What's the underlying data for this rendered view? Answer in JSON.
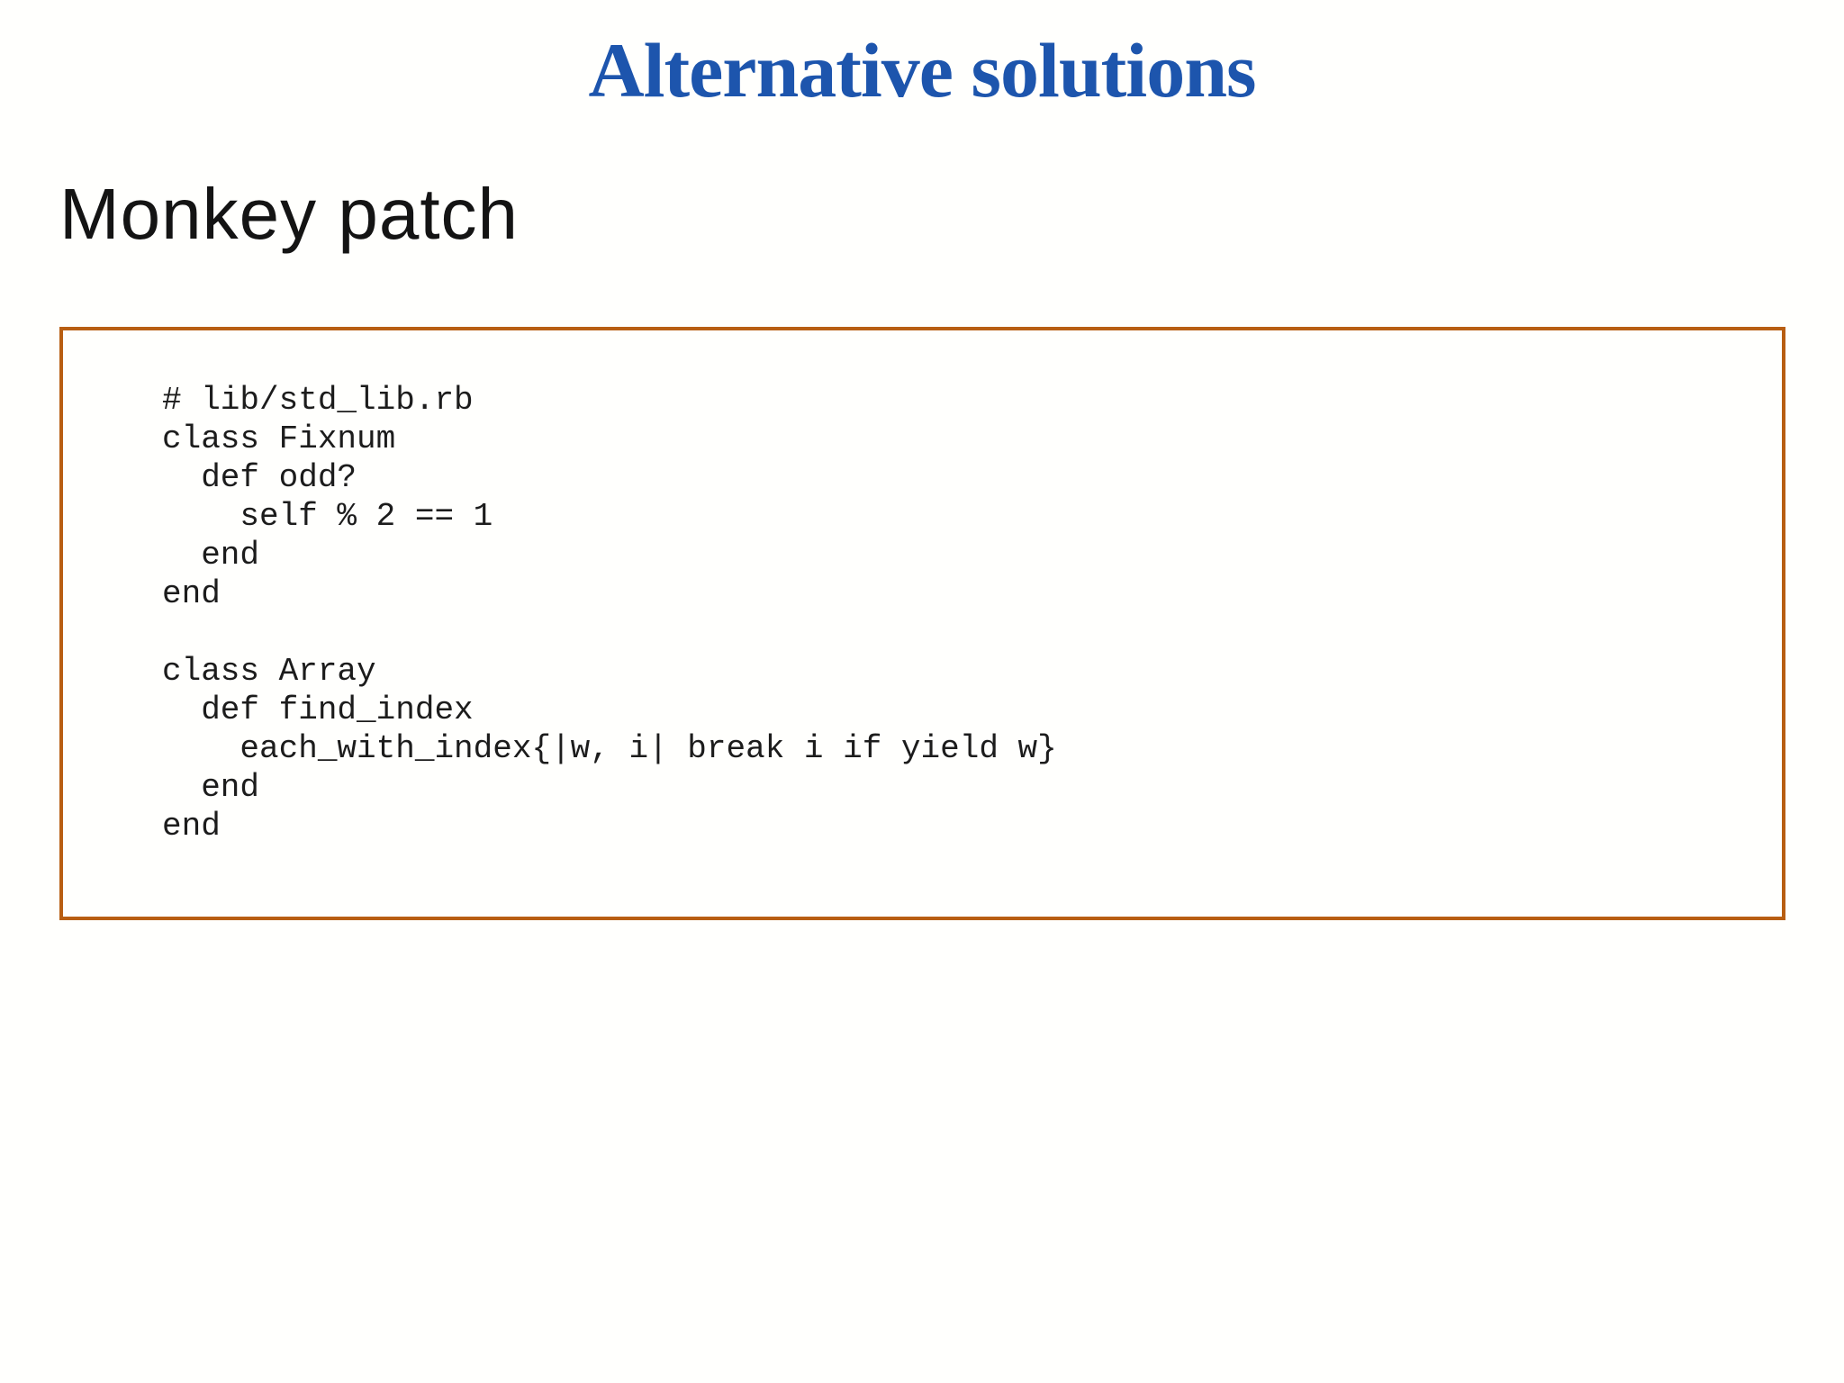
{
  "slide": {
    "title": "Alternative solutions",
    "heading": "Monkey patch",
    "code_box": {
      "code": "# lib/std_lib.rb\nclass Fixnum\n  def odd?\n    self % 2 == 1\n  end\nend\n\nclass Array\n  def find_index\n    each_with_index{|w, i| break i if yield w}\n  end\nend"
    },
    "colors": {
      "title_blue": "#1d55ad",
      "heading_text": "#141414",
      "code_text": "#1c1c1c",
      "code_border": "#b85e12",
      "background": "#fffffd"
    }
  }
}
